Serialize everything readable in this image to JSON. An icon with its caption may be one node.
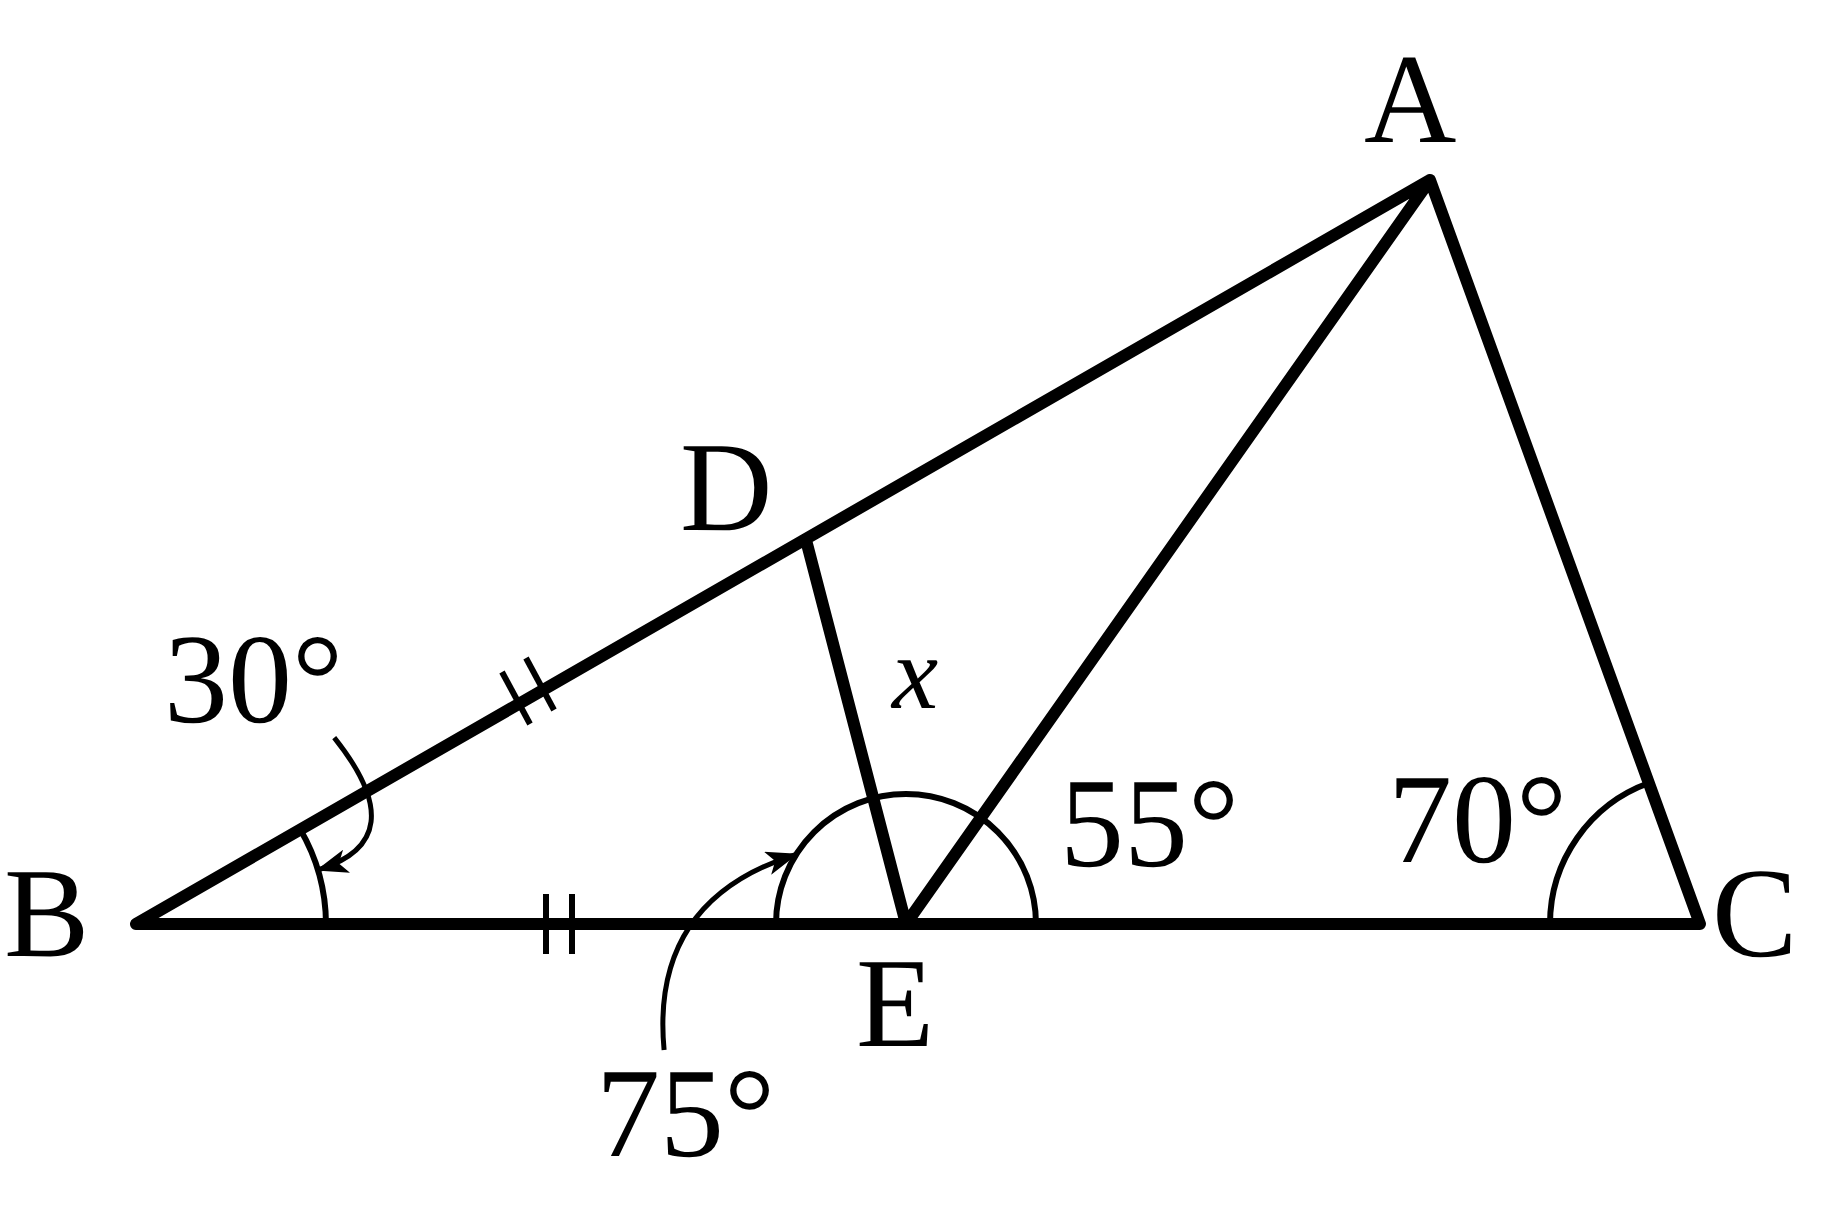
{
  "diagram": {
    "nodes": [
      {
        "text": [
          "30°"
        ]
      },
      {
        "text": [
          "75°"
        ]
      },
      {
        "text": [],
        "shape": "arc"
      },
      {
        "text": [],
        "shape": "arc"
      }
    ],
    "edges": [
      {
        "from": 0,
        "to": 2,
        "arrow": "to"
      },
      {
        "from": 1,
        "to": 3,
        "arrow": "to"
      }
    ],
    "labels": [
      "A",
      "D",
      "x",
      "55°",
      "70°",
      "B",
      "C",
      "E"
    ]
  }
}
